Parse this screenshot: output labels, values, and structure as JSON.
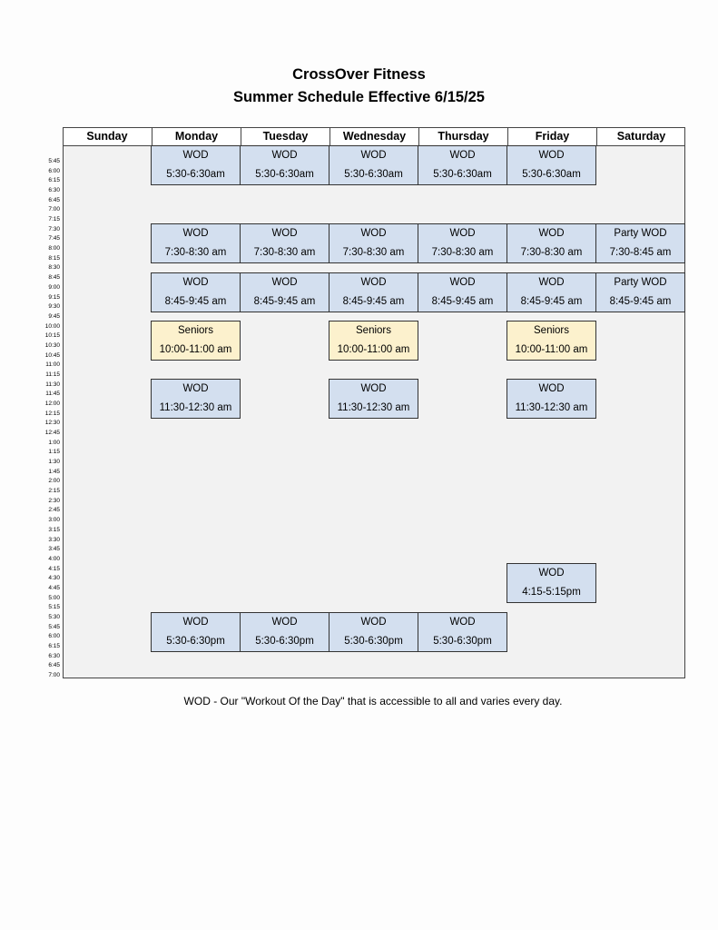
{
  "header": {
    "gym": "CrossOver Fitness",
    "schedule": "Summer Schedule Effective 6/15/25"
  },
  "days": [
    "Sunday",
    "Monday",
    "Tuesday",
    "Wednesday",
    "Thursday",
    "Friday",
    "Saturday"
  ],
  "times": [
    "5:45",
    "6:00",
    "6:15",
    "6:30",
    "6:45",
    "7:00",
    "7:15",
    "7:30",
    "7:45",
    "8:00",
    "8:15",
    "8:30",
    "8:45",
    "9:00",
    "9:15",
    "9:30",
    "9:45",
    "10:00",
    "10:15",
    "10:30",
    "10:45",
    "11:00",
    "11:15",
    "11:30",
    "11:45",
    "12:00",
    "12:15",
    "12:30",
    "12:45",
    "1:00",
    "1:15",
    "1:30",
    "1:45",
    "2:00",
    "2:15",
    "2:30",
    "2:45",
    "3:00",
    "3:15",
    "3:30",
    "3:45",
    "4:00",
    "4:15",
    "4:30",
    "4:45",
    "5:00",
    "5:15",
    "5:30",
    "5:45",
    "6:00",
    "6:15",
    "6:30",
    "6:45",
    "7:00"
  ],
  "events": [
    {
      "day": 1,
      "name": "WOD",
      "time": "5:30-6:30am",
      "kind": "wod",
      "start": "5:30am"
    },
    {
      "day": 2,
      "name": "WOD",
      "time": "5:30-6:30am",
      "kind": "wod",
      "start": "5:30am"
    },
    {
      "day": 3,
      "name": "WOD",
      "time": "5:30-6:30am",
      "kind": "wod",
      "start": "5:30am"
    },
    {
      "day": 4,
      "name": "WOD",
      "time": "5:30-6:30am",
      "kind": "wod",
      "start": "5:30am"
    },
    {
      "day": 5,
      "name": "WOD",
      "time": "5:30-6:30am",
      "kind": "wod",
      "start": "5:30am"
    },
    {
      "day": 1,
      "name": "WOD",
      "time": "7:30-8:30 am",
      "kind": "wod",
      "start": "7:30am"
    },
    {
      "day": 2,
      "name": "WOD",
      "time": "7:30-8:30 am",
      "kind": "wod",
      "start": "7:30am"
    },
    {
      "day": 3,
      "name": "WOD",
      "time": "7:30-8:30 am",
      "kind": "wod",
      "start": "7:30am"
    },
    {
      "day": 4,
      "name": "WOD",
      "time": "7:30-8:30 am",
      "kind": "wod",
      "start": "7:30am"
    },
    {
      "day": 5,
      "name": "WOD",
      "time": "7:30-8:30 am",
      "kind": "wod",
      "start": "7:30am"
    },
    {
      "day": 6,
      "name": "Party WOD",
      "time": "7:30-8:45 am",
      "kind": "wod",
      "start": "7:30am"
    },
    {
      "day": 1,
      "name": "WOD",
      "time": "8:45-9:45 am",
      "kind": "wod",
      "start": "8:45am"
    },
    {
      "day": 2,
      "name": "WOD",
      "time": "8:45-9:45 am",
      "kind": "wod",
      "start": "8:45am"
    },
    {
      "day": 3,
      "name": "WOD",
      "time": "8:45-9:45 am",
      "kind": "wod",
      "start": "8:45am"
    },
    {
      "day": 4,
      "name": "WOD",
      "time": "8:45-9:45 am",
      "kind": "wod",
      "start": "8:45am"
    },
    {
      "day": 5,
      "name": "WOD",
      "time": "8:45-9:45 am",
      "kind": "wod",
      "start": "8:45am"
    },
    {
      "day": 6,
      "name": "Party WOD",
      "time": "8:45-9:45 am",
      "kind": "wod",
      "start": "8:45am"
    },
    {
      "day": 1,
      "name": "Seniors",
      "time": "10:00-11:00 am",
      "kind": "sen",
      "start": "10:00am"
    },
    {
      "day": 3,
      "name": "Seniors",
      "time": "10:00-11:00 am",
      "kind": "sen",
      "start": "10:00am"
    },
    {
      "day": 5,
      "name": "Seniors",
      "time": "10:00-11:00 am",
      "kind": "sen",
      "start": "10:00am"
    },
    {
      "day": 1,
      "name": "WOD",
      "time": "11:30-12:30 am",
      "kind": "wod",
      "start": "11:30am"
    },
    {
      "day": 3,
      "name": "WOD",
      "time": "11:30-12:30 am",
      "kind": "wod",
      "start": "11:30am"
    },
    {
      "day": 5,
      "name": "WOD",
      "time": "11:30-12:30 am",
      "kind": "wod",
      "start": "11:30am"
    },
    {
      "day": 5,
      "name": "WOD",
      "time": "4:15-5:15pm",
      "kind": "wod",
      "start": "4:15pm"
    },
    {
      "day": 1,
      "name": "WOD",
      "time": "5:30-6:30pm",
      "kind": "wod",
      "start": "5:30pm"
    },
    {
      "day": 2,
      "name": "WOD",
      "time": "5:30-6:30pm",
      "kind": "wod",
      "start": "5:30pm"
    },
    {
      "day": 3,
      "name": "WOD",
      "time": "5:30-6:30pm",
      "kind": "wod",
      "start": "5:30pm"
    },
    {
      "day": 4,
      "name": "WOD",
      "time": "5:30-6:30pm",
      "kind": "wod",
      "start": "5:30pm"
    }
  ],
  "footnote": "WOD - Our \"Workout Of the Day\" that is accessible to all and varies every day.",
  "colors": {
    "wod": "#d3dfef",
    "seniors": "#fcf1cd",
    "grid": "#f2f2f2"
  }
}
